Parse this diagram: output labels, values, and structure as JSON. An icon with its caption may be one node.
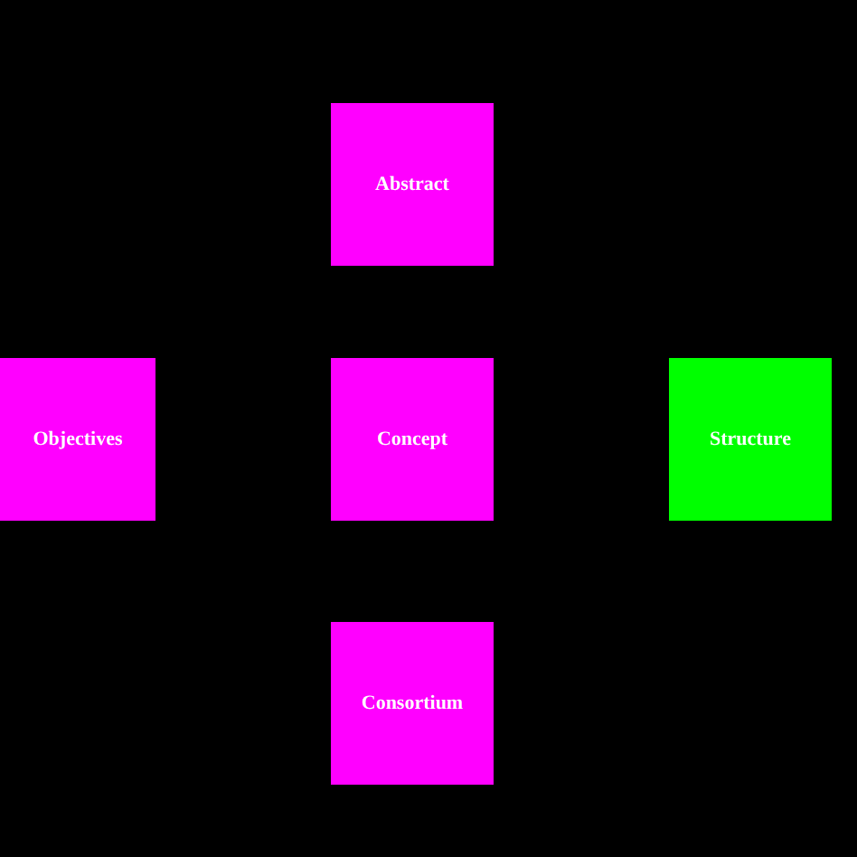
{
  "diagram": {
    "nodes": [
      {
        "text": [
          "Abstract"
        ]
      },
      {
        "text": [
          "Objectives"
        ]
      },
      {
        "text": [
          "Concept"
        ]
      },
      {
        "text": [
          "Structure"
        ]
      },
      {
        "text": [
          "Consortium"
        ]
      }
    ]
  }
}
